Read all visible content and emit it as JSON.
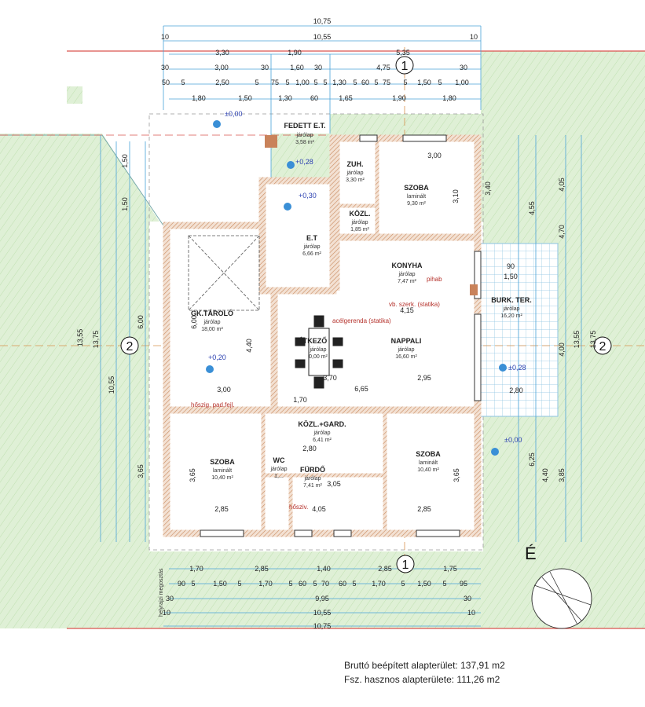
{
  "rooms": [
    {
      "name": "FEDETT E.T.",
      "material": "járólap",
      "area": "3,58 m²"
    },
    {
      "name": "ZUH.",
      "material": "járólap",
      "area": "3,30 m²"
    },
    {
      "name": "SZOBA",
      "material": "laminált",
      "area": "9,30 m²"
    },
    {
      "name": "KÖZL.",
      "material": "járólap",
      "area": "1,85 m²"
    },
    {
      "name": "E.T",
      "material": "járólap",
      "area": "6,66 m²"
    },
    {
      "name": "KONYHA",
      "material": "járólap",
      "area": "7,47 m²"
    },
    {
      "name": "GK.TÁROLÓ",
      "material": "járólap",
      "area": "18,00 m²"
    },
    {
      "name": "ÉTKEZŐ",
      "material": "járólap",
      "area": "0,00 m²"
    },
    {
      "name": "NAPPALI",
      "material": "járólap",
      "area": "16,60 m²"
    },
    {
      "name": "BURK. TER.",
      "material": "járólap",
      "area": "16,20 m²"
    },
    {
      "name": "KÖZL.+GARD.",
      "material": "járólap",
      "area": "6,41 m²"
    },
    {
      "name": "SZOBA",
      "material": "laminált",
      "area": "10,40 m²"
    },
    {
      "name": "WC",
      "material": "járólap",
      "area": "1,..."
    },
    {
      "name": "FÜRDŐ",
      "material": "járólap",
      "area": "7,41 m²"
    },
    {
      "name": "SZOBA",
      "material": "laminált",
      "area": "10,40 m²"
    }
  ],
  "annotations": {
    "pihab": "pihab",
    "vb": "vb. szerk. (statika)",
    "acel": "acélgerenda (statika)",
    "hoszig": "hőszig. pad.fejl.",
    "hosziv": "hősziv.",
    "megosztas": "helyrajzi megosztás"
  },
  "levels": [
    "±0,00",
    "+0,28",
    "+0,30",
    "+0,20",
    "±0,28",
    "±0,00"
  ],
  "section_markers": [
    "1",
    "1",
    "2",
    "2"
  ],
  "north_label": "É",
  "dimensions": {
    "top": {
      "r1": [
        "10,75"
      ],
      "r2": [
        "10",
        "10,55",
        "10"
      ],
      "r3": [
        "3,30",
        "1,90",
        "5,35"
      ],
      "r4": [
        "30",
        "3,00",
        "30",
        "1,60",
        "30",
        "4,75",
        "30"
      ],
      "r5": [
        "50",
        "5",
        "2,50",
        "5",
        "75",
        "5",
        "1,00",
        "5",
        "5",
        "1,30",
        "5",
        "60",
        "5",
        "75",
        "5",
        "1,50",
        "5",
        "1,00"
      ],
      "r6": [
        "1,80",
        "1,50",
        "1,30",
        "60",
        "1,65",
        "1,90",
        "1,80"
      ]
    },
    "bottom": {
      "r1": [
        "1,70",
        "2,85",
        "1,40",
        "2,85",
        "1,75"
      ],
      "r2": [
        "90",
        "5",
        "1,50",
        "5",
        "1,70",
        "5",
        "60",
        "5",
        "70",
        "60",
        "5",
        "1,70",
        "5",
        "1,50",
        "5",
        "95"
      ],
      "r3": [
        "30",
        "9,95",
        "30"
      ],
      "r4": [
        "10",
        "10,55",
        "10"
      ],
      "r5": [
        "10,75"
      ]
    },
    "left": [
      "13,75",
      "10,55",
      "13,55",
      "1,50",
      "1,50",
      "6,00",
      "3,65"
    ],
    "right": [
      "13,75",
      "13,55",
      "4,55",
      "4,05",
      "4,70",
      "6,25",
      "4,40",
      "3,85",
      "4,00"
    ],
    "interior": [
      "3,00",
      "3,10",
      "3,40",
      "4,15",
      "6,65",
      "2,95",
      "3,70",
      "1,70",
      "3,00",
      "4,40",
      "6,00",
      "2,85",
      "4,05",
      "2,85",
      "2,80",
      "3,05",
      "3,65",
      "3,65",
      "2,80",
      "1,50",
      "90"
    ]
  },
  "footer": {
    "gross": "Bruttó beépített alapterület: 137,91 m2",
    "net": "Fsz. hasznos alapterülete: 111,26 m2"
  }
}
